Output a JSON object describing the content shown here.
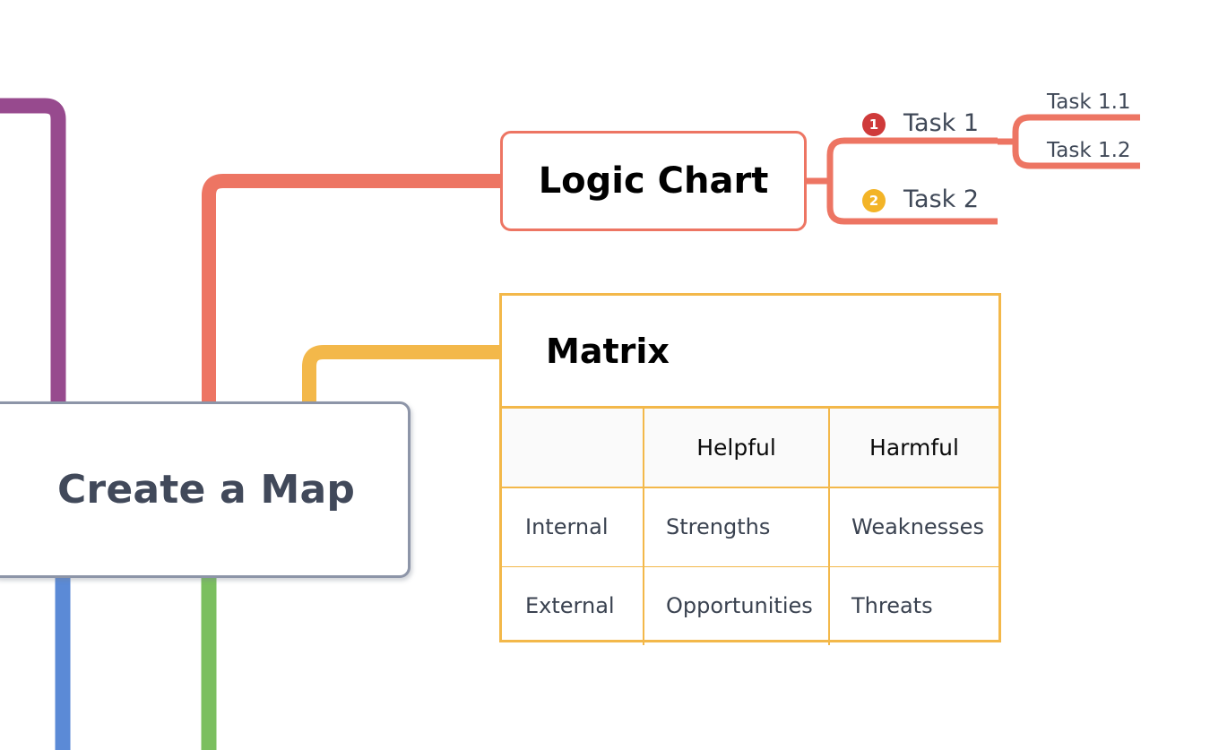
{
  "map": {
    "root": {
      "label": "Create a Map"
    },
    "branches": {
      "logic_chart": {
        "label": "Logic Chart",
        "accent": "#ed7563",
        "tasks": [
          {
            "badge": "1",
            "badge_color": "#cf3a3a",
            "label": "Task 1",
            "subtasks": [
              {
                "label": "Task 1.1"
              },
              {
                "label": "Task 1.2"
              }
            ]
          },
          {
            "badge": "2",
            "badge_color": "#f3b427",
            "label": "Task  2",
            "subtasks": []
          }
        ]
      },
      "matrix": {
        "label": "Matrix",
        "accent": "#f3b84a",
        "table": {
          "headers": [
            "",
            "Helpful",
            "Harmful"
          ],
          "rows": [
            [
              "Internal",
              "Strengths",
              "Weaknesses"
            ],
            [
              "External",
              "Opportunities",
              "Threats"
            ]
          ]
        }
      }
    },
    "connector_colors": {
      "purple": "#974a8e",
      "salmon": "#ed7563",
      "yellow": "#f3b84a",
      "blue": "#5b8ad6",
      "green": "#7bbf5f",
      "root_border": "#8d95a8"
    }
  }
}
